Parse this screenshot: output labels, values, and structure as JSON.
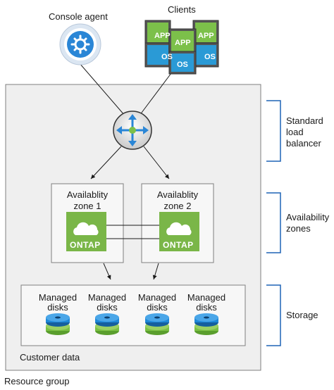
{
  "console_agent": {
    "label": "Console agent"
  },
  "clients": {
    "label": "Clients",
    "tiles": [
      "APP",
      "APP",
      "APP",
      "OS",
      "OS",
      "OS"
    ]
  },
  "resource_group": {
    "label": "Resource group"
  },
  "customer_data": {
    "label": "Customer data"
  },
  "zones": [
    {
      "title_line1": "Availablity",
      "title_line2": "zone 1",
      "badge": "ONTAP"
    },
    {
      "title_line1": "Availablity",
      "title_line2": "zone 2",
      "badge": "ONTAP"
    }
  ],
  "disks": [
    {
      "line1": "Managed",
      "line2": "disks"
    },
    {
      "line1": "Managed",
      "line2": "disks"
    },
    {
      "line1": "Managed",
      "line2": "disks"
    },
    {
      "line1": "Managed",
      "line2": "disks"
    }
  ],
  "side_labels": {
    "load_balancer": [
      "Standard",
      "load",
      "balancer"
    ],
    "availability": [
      "Availability",
      "zones"
    ],
    "storage": "Storage"
  },
  "colors": {
    "resource_group_fill": "#efefef",
    "ontap_green": "#7ab648",
    "bracket_blue": "#1f63b5",
    "disk_blue": "#1e88d8",
    "disk_green": "#7ac142",
    "tile_blue": "#2a9ad6",
    "tile_green": "#7cc04a"
  }
}
